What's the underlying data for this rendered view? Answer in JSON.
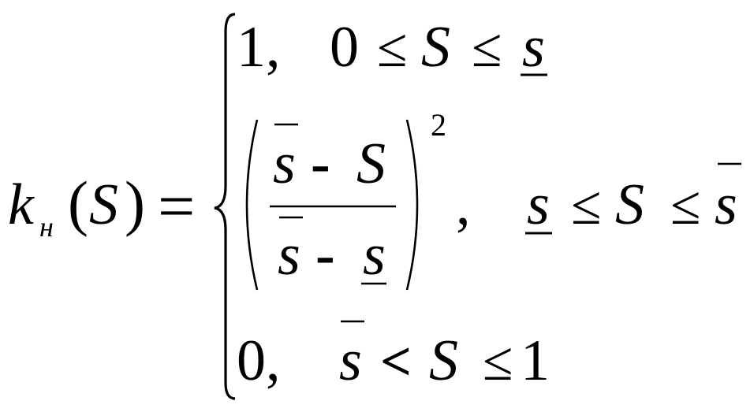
{
  "formula": {
    "lhs": {
      "k": "k",
      "k_subscript": "н",
      "paren_open": "(",
      "arg": "S",
      "paren_close": ")",
      "equals": "="
    },
    "case1": {
      "value": "1,",
      "zero": "0",
      "leq1": "≤",
      "S": "S",
      "leq2": "≤",
      "s_under": "s"
    },
    "case2": {
      "num_s_bar": "s",
      "num_minus": "-",
      "num_S": "S",
      "den_s_bar": "s",
      "den_minus": "-",
      "den_s_under": "s",
      "exponent": "2",
      "comma": ",",
      "cond_s_under": "s",
      "cond_leq1": "≤",
      "cond_S": "S",
      "cond_leq2": "≤",
      "cond_s_bar": "s"
    },
    "case3": {
      "value": "0,",
      "s_bar": "s",
      "lt": "<",
      "S": "S",
      "leq": "≤",
      "one": "1"
    }
  }
}
